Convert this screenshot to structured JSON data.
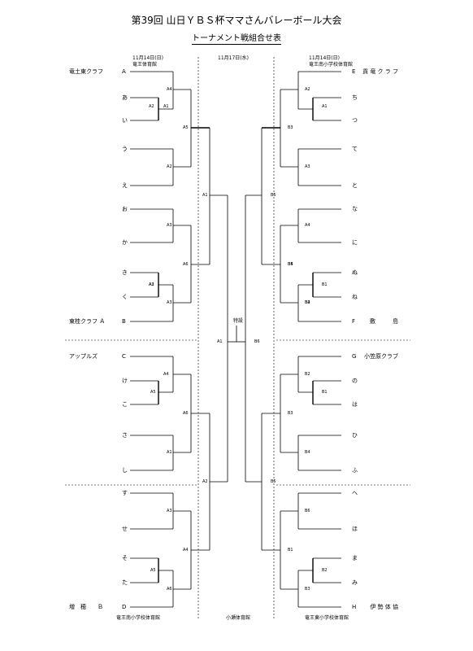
{
  "header": {
    "title": "第39回 山日ＹＢＳ杯ママさんバレーボール大会",
    "subtitle": "トーナメント戦組合せ表"
  },
  "venues": {
    "top_left_date": "11月14日(日)",
    "top_left_venue": "竜王体育館",
    "top_center_date": "11月17日(水)",
    "top_right_date": "11月14日(日)",
    "top_right_venue": "竜王南小学校体育館",
    "bottom_left_venue": "竜王南小学校体育館",
    "bottom_center_venue": "小瀬体育館",
    "bottom_right_venue": "竜王東小学校体育館",
    "special_seed": "特設"
  },
  "left_teams": [
    {
      "name": "竜土東クラフ",
      "code": "A"
    },
    {
      "name": "",
      "code": "あ"
    },
    {
      "name": "",
      "code": "い"
    },
    {
      "name": "",
      "code": "う"
    },
    {
      "name": "",
      "code": "え"
    },
    {
      "name": "",
      "code": "お"
    },
    {
      "name": "",
      "code": "か"
    },
    {
      "name": "",
      "code": "き"
    },
    {
      "name": "",
      "code": "く"
    },
    {
      "name": "東桂クラフ Ａ",
      "code": "B"
    },
    {
      "name": "アップルズ",
      "code": "C"
    },
    {
      "name": "",
      "code": "け"
    },
    {
      "name": "",
      "code": "こ"
    },
    {
      "name": "",
      "code": "さ"
    },
    {
      "name": "",
      "code": "し"
    },
    {
      "name": "",
      "code": "す"
    },
    {
      "name": "",
      "code": "せ"
    },
    {
      "name": "",
      "code": "そ"
    },
    {
      "name": "",
      "code": "た"
    },
    {
      "name": "増　穂　　Ｂ",
      "code": "D"
    }
  ],
  "right_teams": [
    {
      "code": "E",
      "name": "貢 竜 ク ラ フ"
    },
    {
      "code": "ち",
      "name": ""
    },
    {
      "code": "つ",
      "name": ""
    },
    {
      "code": "て",
      "name": ""
    },
    {
      "code": "と",
      "name": ""
    },
    {
      "code": "な",
      "name": ""
    },
    {
      "code": "に",
      "name": ""
    },
    {
      "code": "ぬ",
      "name": ""
    },
    {
      "code": "ね",
      "name": ""
    },
    {
      "code": "F",
      "name": "敷　　　島"
    },
    {
      "code": "G",
      "name": "小笠原クラブ"
    },
    {
      "code": "の",
      "name": ""
    },
    {
      "code": "は",
      "name": ""
    },
    {
      "code": "ひ",
      "name": ""
    },
    {
      "code": "ふ",
      "name": ""
    },
    {
      "code": "へ",
      "name": ""
    },
    {
      "code": "ほ",
      "name": ""
    },
    {
      "code": "ま",
      "name": ""
    },
    {
      "code": "み",
      "name": ""
    },
    {
      "code": "H",
      "name": "伊 勢 体 協"
    }
  ],
  "match_labels": {
    "left": [
      "A1",
      "A2",
      "A3",
      "A4",
      "A5",
      "A6",
      "A1",
      "A2",
      "A3",
      "A4",
      "A5",
      "A6",
      "A1",
      "A2",
      "A3",
      "A4",
      "A5",
      "A6",
      "A1",
      "A2",
      "A3"
    ],
    "right": [
      "A1",
      "A2",
      "A3",
      "A4",
      "B1",
      "B2",
      "B3",
      "B4",
      "B5",
      "B6",
      "B1",
      "B2",
      "B3",
      "B4",
      "B5",
      "B6",
      "B1",
      "B2",
      "B3",
      "B4",
      "B5"
    ]
  }
}
